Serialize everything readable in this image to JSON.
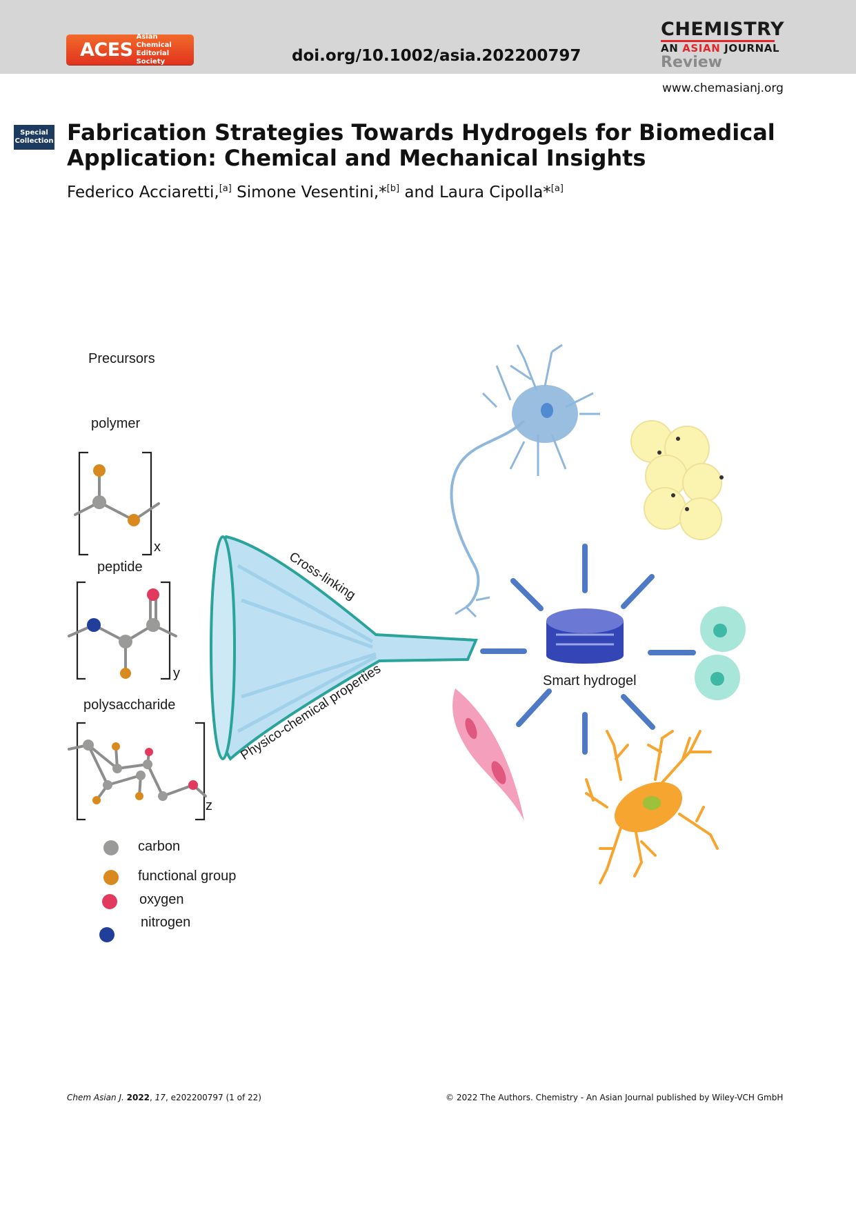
{
  "header": {
    "society_logo": {
      "main": "ACES",
      "sub_line1": "Asian Chemical",
      "sub_line2": "Editorial Society"
    },
    "doi": "doi.org/10.1002/asia.202200797",
    "journal": {
      "line1": "CHEMISTRY",
      "line2_a": "AN ",
      "line2_b": "ASIAN",
      "line2_c": " JOURNAL",
      "line3": "Review"
    },
    "website": "www.chemasianj.org"
  },
  "badge": {
    "line1": "Special",
    "line2": "Collection"
  },
  "article": {
    "title_line1": "Fabrication Strategies Towards Hydrogels for Biomedical",
    "title_line2": "Application: Chemical and Mechanical Insights",
    "authors": [
      {
        "name": "Federico Acciaretti,",
        "sup": "[a]"
      },
      {
        "name": " Simone Vesentini,*",
        "sup": "[b]"
      },
      {
        "name": " and Laura Cipolla*",
        "sup": "[a]"
      }
    ]
  },
  "figure": {
    "precursors_label": "Precursors",
    "polymer_label": "polymer",
    "polymer_subscript": "x",
    "peptide_label": "peptide",
    "peptide_subscript": "y",
    "polysaccharide_label": "polysaccharide",
    "polysaccharide_subscript": "z",
    "legend": [
      {
        "label": "carbon",
        "color": "#9a9a98"
      },
      {
        "label": "functional group",
        "color": "#d98a1e"
      },
      {
        "label": "oxygen",
        "color": "#e23a5f"
      },
      {
        "label": "nitrogen",
        "color": "#1f3f9a"
      }
    ],
    "funnel_top_label": "Cross-linking",
    "funnel_bottom_label": "Physico-chemical properties",
    "center_label": "Smart hydrogel",
    "colors": {
      "funnel_outline": "#2aa39a",
      "funnel_fill": "#a7d7ee",
      "rays": "#4e79c4",
      "hydrogel": "#3446b6",
      "neuron": "#8fb7dc",
      "fat_cells": "#fbf4b0",
      "stem_cells": "#9ee3d5",
      "muscle_cell": "#f28fb0",
      "astrocyte": "#f5a530"
    }
  },
  "footer": {
    "journal_abbrev": "Chem Asian J.",
    "year": "2022",
    "volume": "17",
    "article_id": ", e202200797 (1 of 22)",
    "copyright": "© 2022 The Authors. Chemistry - An Asian Journal published by Wiley-VCH GmbH"
  }
}
